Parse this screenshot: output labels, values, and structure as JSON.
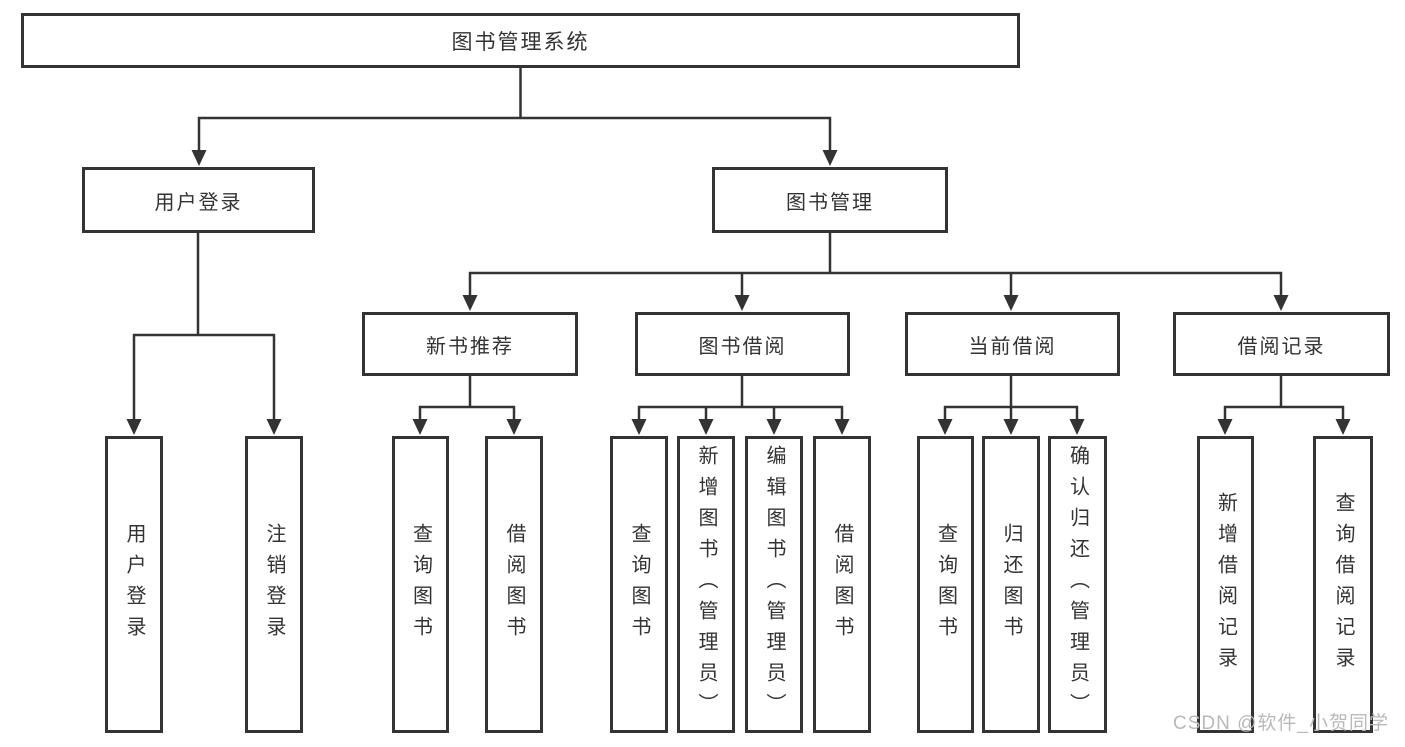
{
  "diagram": {
    "title": "图书管理系统",
    "root": {
      "label": "图书管理系统"
    },
    "level2": {
      "user_login": {
        "label": "用户登录"
      },
      "book_management": {
        "label": "图书管理"
      }
    },
    "level3": {
      "new_book_recommend": {
        "label": "新书推荐"
      },
      "book_borrowing": {
        "label": "图书借阅"
      },
      "current_borrowing": {
        "label": "当前借阅"
      },
      "borrowing_records": {
        "label": "借阅记录"
      }
    },
    "leaves": {
      "user_login_1": "用户登录",
      "user_login_2": "注销登录",
      "new_book_1": "查询图书",
      "new_book_2": "借阅图书",
      "book_borrowing_1": "查询图书",
      "book_borrowing_2": "新增图书（管理员）",
      "book_borrowing_3": "编辑图书（管理员）",
      "book_borrowing_4": "借阅图书",
      "current_borrowing_1": "查询图书",
      "current_borrowing_2": "归还图书",
      "current_borrowing_3": "确认归还（管理员）",
      "borrowing_records_1": "新增借阅记录",
      "borrowing_records_2": "查询借阅记录"
    },
    "watermark": "CSDN @软件_小贺同学",
    "colors": {
      "line": "#333333",
      "text": "#333333",
      "watermark": "#b9b9b9",
      "background": "#ffffff"
    }
  }
}
